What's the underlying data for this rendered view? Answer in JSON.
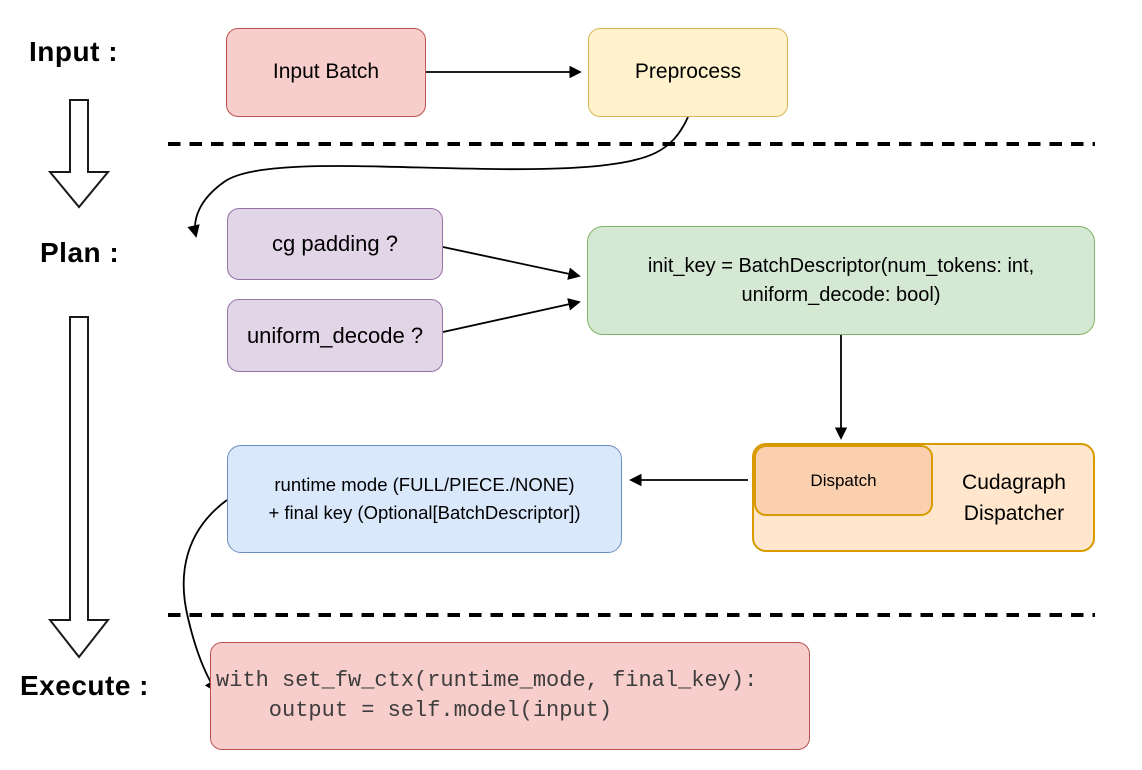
{
  "stage_labels": {
    "input": "Input :",
    "plan": "Plan :",
    "execute": "Execute :"
  },
  "boxes": {
    "input_batch": {
      "label": "Input Batch"
    },
    "preprocess": {
      "label": "Preprocess"
    },
    "cg_padding": {
      "label": "cg padding ?"
    },
    "uniform_decode": {
      "label": "uniform_decode ?"
    },
    "init_key": {
      "line1": "init_key = BatchDescriptor(num_tokens: int,",
      "line2": "uniform_decode: bool)"
    },
    "dispatch": {
      "label": "Dispatch"
    },
    "cudagraph_dispatcher": {
      "line1": "Cudagraph",
      "line2": "Dispatcher"
    },
    "runtime_mode": {
      "line1": "runtime mode (FULL/PIECE./NONE)",
      "line2": "+ final key (Optional[BatchDescriptor])"
    },
    "execute_code": {
      "line1": "with set_fw_ctx(runtime_mode, final_key):",
      "line2": "    output = self.model(input)"
    }
  },
  "colors": {
    "red_fill": "#f8cecc",
    "red_stroke": "#b85450",
    "yellow_fill": "#fff2cc",
    "yellow_stroke": "#d6b656",
    "purple_fill": "#e1d5e7",
    "purple_stroke": "#9673a6",
    "green_fill": "#d5e8d4",
    "green_stroke": "#82b366",
    "orange_fill": "#ffe6cc",
    "orange_inner_fill": "#fbd0ae",
    "orange_stroke": "#d79b00",
    "blue_fill": "#dae8fc",
    "blue_stroke": "#6c8ebf",
    "connector": "#000000",
    "background": "#ffffff"
  }
}
